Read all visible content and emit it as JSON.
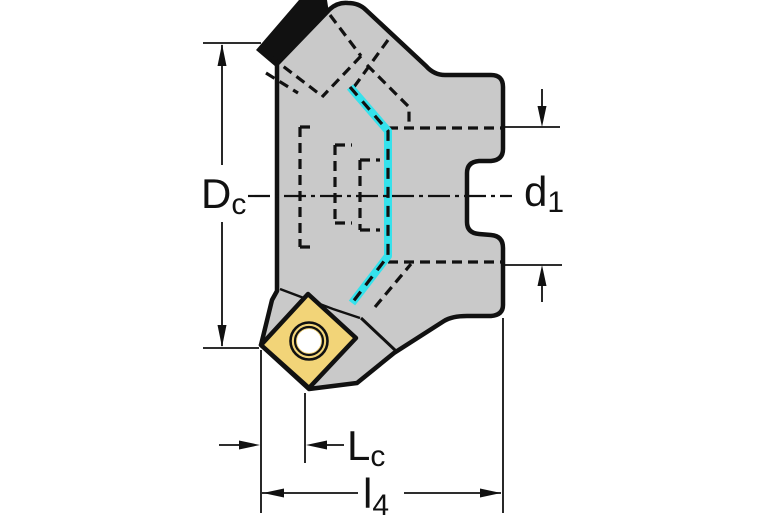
{
  "drawing": {
    "kind": "technical-drawing-side-view",
    "subject": "indexable-face-milling-cutter",
    "labels": {
      "cutting_diameter": {
        "main": "D",
        "sub": "c"
      },
      "bore_diameter": {
        "main": "d",
        "sub": "1"
      },
      "cutting_length": {
        "main": "L",
        "sub": "c"
      },
      "length_l4": {
        "main": "l",
        "sub": "4"
      }
    },
    "colors": {
      "background": "#ffffff",
      "body_gray": "#c9c9c9",
      "insert_yellow": "#f2d478",
      "coolant_cyan": "#35e2ec",
      "line_black": "#111111",
      "hole_white": "#ffffff"
    }
  }
}
